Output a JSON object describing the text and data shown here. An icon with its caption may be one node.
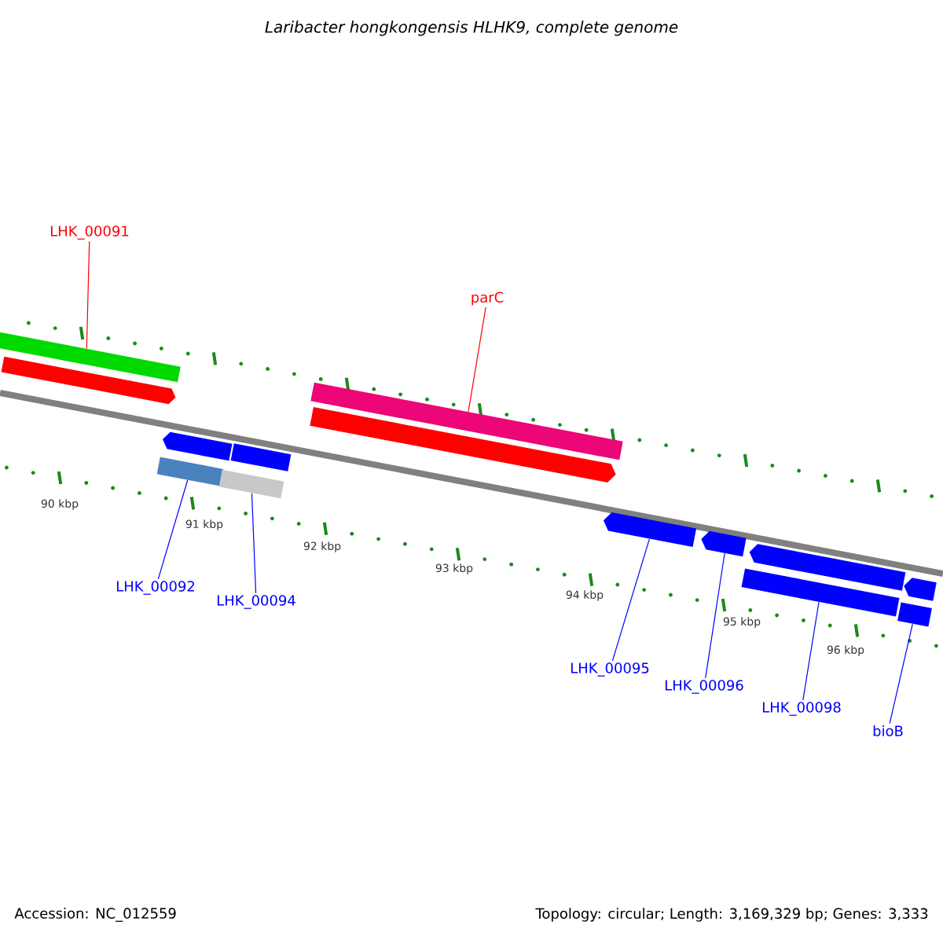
{
  "diagram": {
    "title": "Laribacter hongkongensis HLHK9, complete genome",
    "nodes": [
      {
        "text": [
          "LHK_00091"
        ]
      },
      {
        "text": [],
        "shape": "bar"
      },
      {
        "text": [
          "parC"
        ]
      },
      {
        "text": [],
        "shape": "bar"
      },
      {
        "text": [
          "LHK_00092"
        ]
      },
      {
        "text": [],
        "shape": "bar"
      },
      {
        "text": [
          "LHK_00094"
        ]
      },
      {
        "text": [],
        "shape": "bar"
      },
      {
        "text": [
          "LHK_00095"
        ]
      },
      {
        "text": [],
        "shape": "arrow"
      },
      {
        "text": [
          "LHK_00096"
        ]
      },
      {
        "text": [],
        "shape": "arrow"
      },
      {
        "text": [
          "LHK_00098"
        ]
      },
      {
        "text": [],
        "shape": "bar"
      },
      {
        "text": [
          "bioB"
        ]
      },
      {
        "text": [],
        "shape": "bar"
      },
      {
        "text": [],
        "shape": "arrow"
      },
      {
        "text": [],
        "shape": "arrow"
      },
      {
        "text": [],
        "shape": "arrow"
      },
      {
        "text": [],
        "shape": "bar"
      },
      {
        "text": [],
        "shape": "arrow"
      },
      {
        "text": [],
        "shape": "arrow"
      }
    ],
    "edges": [
      {
        "from": 0,
        "to": 1,
        "arrow": "none",
        "color": "#ff0000"
      },
      {
        "from": 2,
        "to": 3,
        "arrow": "none",
        "color": "#ff0000"
      },
      {
        "from": 4,
        "to": 5,
        "arrow": "none"
      },
      {
        "from": 6,
        "to": 7,
        "arrow": "none"
      },
      {
        "from": 8,
        "to": 9,
        "arrow": "none"
      },
      {
        "from": 10,
        "to": 11,
        "arrow": "none"
      },
      {
        "from": 12,
        "to": 13,
        "arrow": "none"
      },
      {
        "from": 14,
        "to": 15,
        "arrow": "none"
      }
    ],
    "labels": [
      "90 kbp",
      "91 kbp",
      "92 kbp",
      "93 kbp",
      "94 kbp",
      "95 kbp",
      "96 kbp",
      "Accession: NC_012559",
      "Topology: circular; Length: 3,169,329 bp; Genes: 3,333"
    ]
  }
}
